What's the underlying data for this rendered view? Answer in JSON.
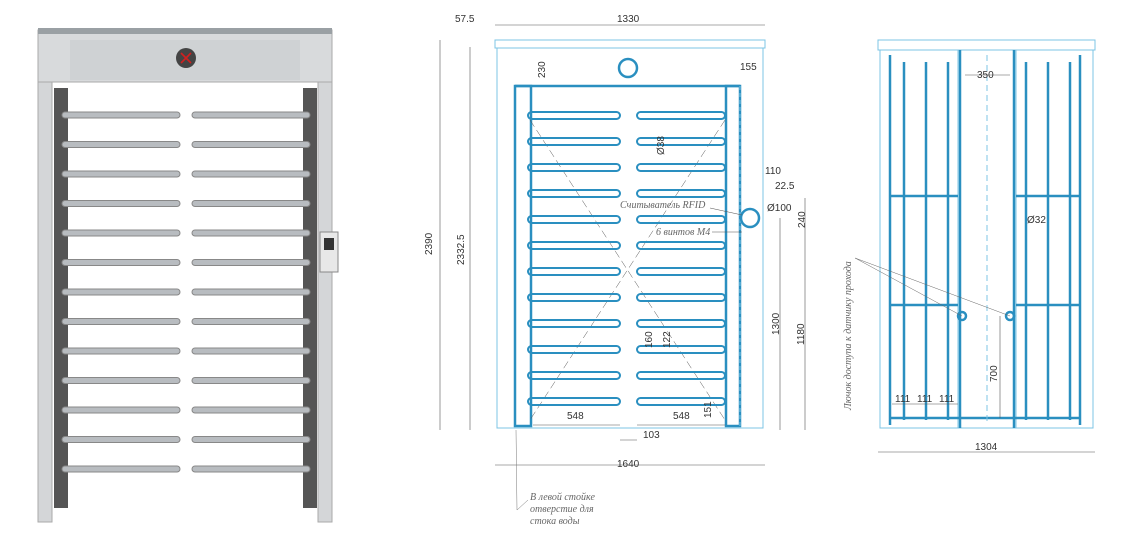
{
  "front_view": {
    "dims": {
      "top_offset": "57.5",
      "width_inner": "1330",
      "header_height": "230",
      "corner": "155",
      "bar_diameter": "Ø38",
      "reader_offset": "110",
      "reader_inset": "22.5",
      "reader_diameter": "Ø100",
      "reader_height": "240",
      "total_height": "2390",
      "frame_height": "2332.5",
      "reader_level": "1300",
      "screws_level": "1180",
      "bar_pitch": "160",
      "bar_gap": "122",
      "bar_length_left": "548",
      "bar_length_right": "548",
      "bottom_gap": "151",
      "center_gap": "103",
      "total_width": "1640"
    },
    "notes": {
      "rfid": "Считыватель RFID",
      "screws": "6 винтов M4",
      "drain": [
        "В левой стойке",
        "отверстие для",
        "стока воды"
      ]
    }
  },
  "side_view": {
    "dims": {
      "top_width": "350",
      "post_diameter": "Ø32",
      "hatch_height": "700",
      "spacing_1": "111",
      "spacing_2": "111",
      "spacing_3": "111",
      "total_width": "1304"
    },
    "notes": {
      "hatch": "Лючок доступа к датчику прохода"
    }
  },
  "colors": {
    "drawing": "#2a8fc0",
    "frame": "#c8ccd0",
    "indicator": "#d02020"
  }
}
